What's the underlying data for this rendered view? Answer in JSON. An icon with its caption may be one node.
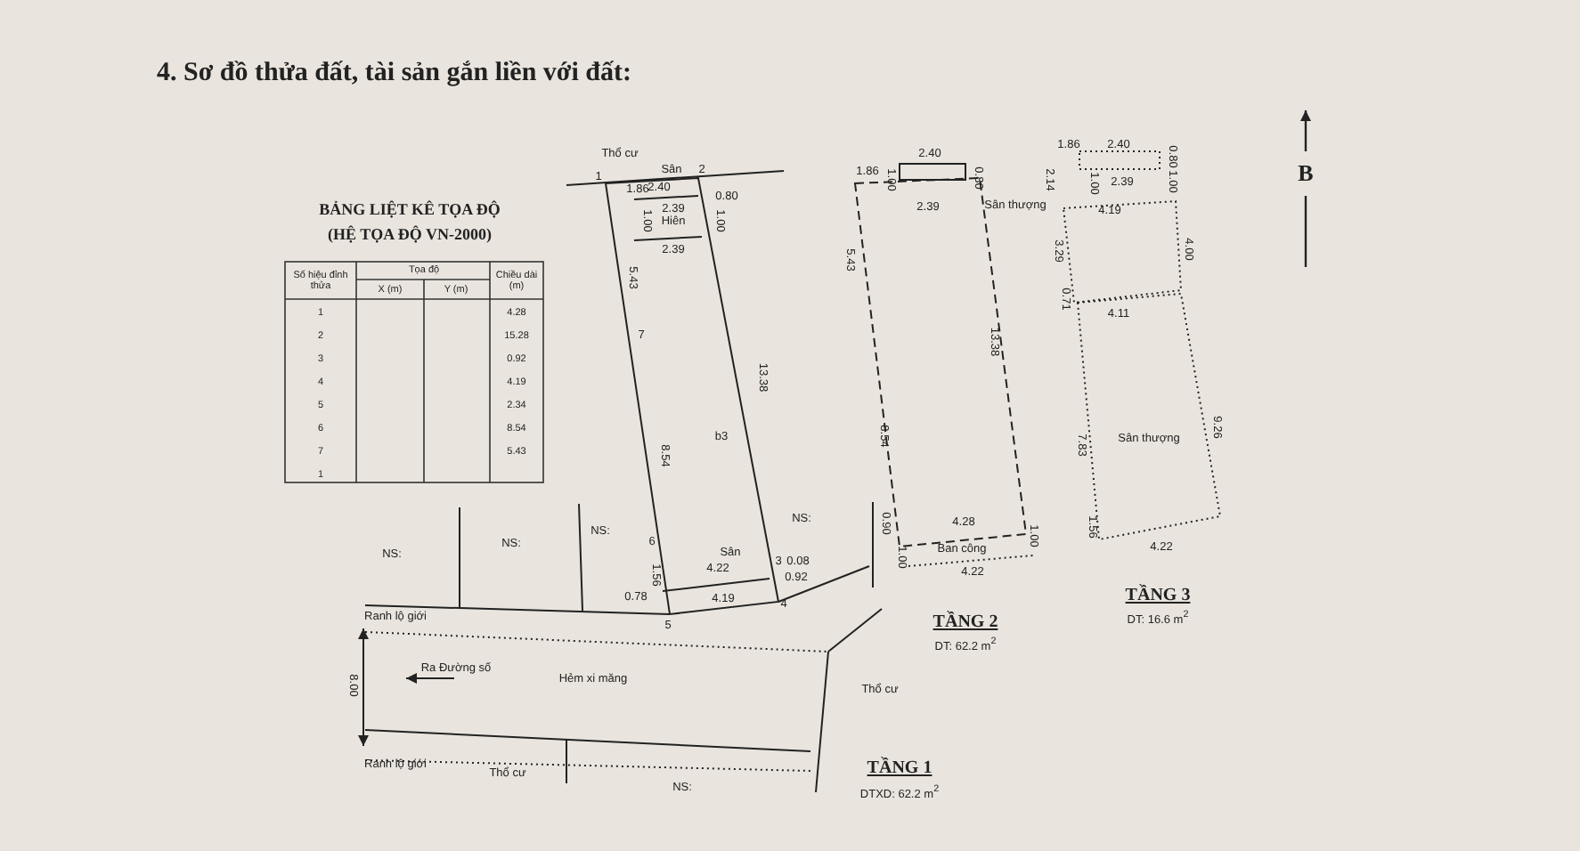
{
  "diagram": {
    "title": "4. Sơ đồ thửa đất, tài sản gắn liền với đất:",
    "labels": [
      "BẢNG LIỆT KÊ TỌA ĐỘ",
      "(HỆ TỌA ĐỘ VN-2000)",
      "Số hiệu đỉnh thửa",
      "Tọa độ",
      "Chiều dài (m)",
      "X (m)",
      "Y (m)",
      "1",
      "4.28",
      "2",
      "15.28",
      "3",
      "0.92",
      "4",
      "4.19",
      "5",
      "2.34",
      "6",
      "8.54",
      "7",
      "5.43",
      "1",
      "Thổ cư",
      "Sân",
      "1.86",
      "2.40",
      "0.80",
      "1",
      "2",
      "2.39",
      "Hiên",
      "2.39",
      "1.00",
      "1.00",
      "5.43",
      "7",
      "13.38",
      "b3",
      "8.54",
      "6",
      "Sân",
      "4.22",
      "3",
      "0.08",
      "0.92",
      "1.56",
      "0.78",
      "4.19",
      "4",
      "5",
      "NS:",
      "NS:",
      "NS:",
      "NS:",
      "Ranh lộ giới",
      "8.00",
      "Ra Đường số",
      "Hẻm xi măng",
      "Thổ cư",
      "Ranh lộ giới",
      "Thổ cư",
      "NS:",
      "TẦNG 1",
      "DTXD: 62.2 m$^{2}$",
      "1.86",
      "1.00",
      "2.40",
      "0.80",
      "2.39",
      "5.43",
      "13.38",
      "8.54",
      "0.90",
      "4.28",
      "1.00",
      "Ban công",
      "1.00",
      "4.22",
      "TẦNG 2",
      "DT: 62.2 m$^{2}$",
      "1.86",
      "2.40",
      "0.80",
      "2.14",
      "1.00",
      "2.39",
      "1.00",
      "Sân thượng",
      "4.19",
      "3.29",
      "4.00",
      "0.71",
      "4.11",
      "9.26",
      "7.83",
      "Sân thượng",
      "1.56",
      "4.22",
      "TẦNG 3",
      "DT: 16.6 m$^{2}$",
      "B"
    ]
  }
}
